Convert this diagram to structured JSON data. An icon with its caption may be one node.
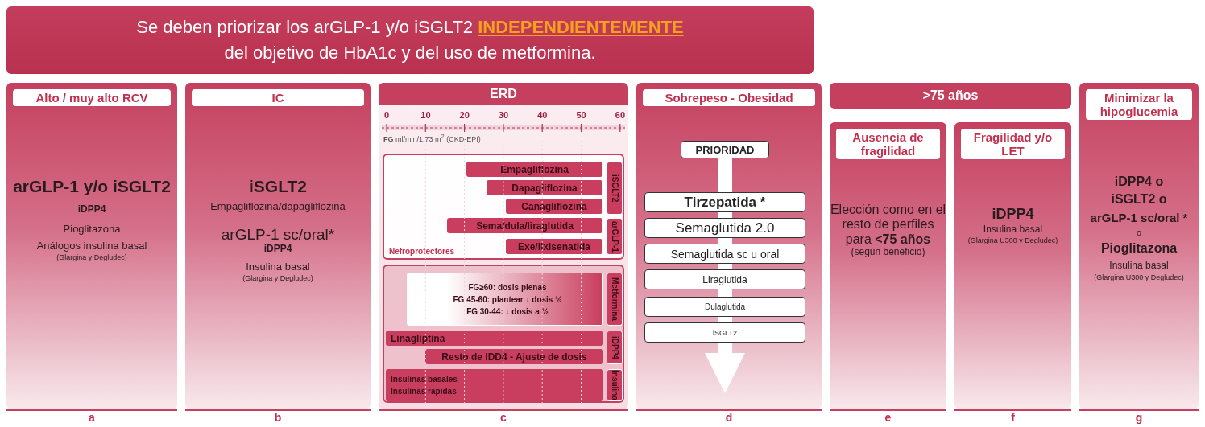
{
  "diagram": {
    "nodes": [
      {
        "text": [
          "Se deben priorizar los arGLP-1 y/o iSGLT2 **INDEPENDIENTEMENTE** del objetivo de HbA1c y del uso de metformina."
        ]
      },
      {
        "text": [
          "Alto / muy alto RCV",
          "arGLP-1 y/o iSGLT2",
          "iDPP4",
          "Pioglitazona",
          "Análogos insulina basal",
          "(Glargina y Degludec)"
        ],
        "beside": [
          "a"
        ]
      },
      {
        "text": [
          "IC",
          "iSGLT2",
          "Empagliflozina/dapagliflozina",
          "arGLP-1 sc/oral*",
          "iDPP4",
          "Insulina basal",
          "(Glargina y Degludec)"
        ],
        "beside": [
          "b"
        ]
      },
      {
        "text": [
          "ERD"
        ],
        "beside": [
          "c"
        ]
      },
      {
        "text": [
          "Nefroprotectores"
        ],
        "in": 3
      },
      {
        "text": [
          "Empagliflozina"
        ],
        "in": 4
      },
      {
        "text": [
          "Dapagliflozina"
        ],
        "in": 4
      },
      {
        "text": [
          "Canagliflozina"
        ],
        "in": 4
      },
      {
        "text": [
          "iSGLT2"
        ],
        "in": 4
      },
      {
        "text": [
          "Sema/dula/liraglutida"
        ],
        "in": 4
      },
      {
        "text": [
          "Exe/lixisenatida"
        ],
        "in": 4
      },
      {
        "text": [
          "arGLP-1"
        ],
        "in": 4
      },
      {
        "text": [],
        "shape": "box",
        "in": 3
      },
      {
        "text": [
          "FG≥60: dosis plenas",
          "FG 45-60: plantear ↓ dosis ½",
          "FG 30-44: ↓ dosis a ½"
        ],
        "in": 12
      },
      {
        "text": [
          "Metformina"
        ],
        "in": 12
      },
      {
        "text": [
          "Linagliptina"
        ],
        "in": 12
      },
      {
        "text": [
          "Resto de IDD4 - Ajuste de dosis"
        ],
        "in": 12
      },
      {
        "text": [
          "iDPP4"
        ],
        "in": 12
      },
      {
        "text": [
          "Insulinas basales",
          "Insulinas rápidas"
        ],
        "in": 12
      },
      {
        "text": [
          "Insulina"
        ],
        "in": 12
      },
      {
        "text": [
          "Sobrepeso - Obesidad"
        ],
        "beside": [
          "d"
        ]
      },
      {
        "text": [
          "PRIORIDAD"
        ],
        "in": 20
      },
      {
        "text": [
          "Tirzepatida *"
        ],
        "in": 20
      },
      {
        "text": [
          "Semaglutida 2.0"
        ],
        "in": 20
      },
      {
        "text": [
          "Semaglutida sc u oral"
        ],
        "in": 20
      },
      {
        "text": [
          "Liraglutida"
        ],
        "in": 20
      },
      {
        "text": [
          "Dulaglutida"
        ],
        "in": 20
      },
      {
        "text": [
          "iSGLT2"
        ],
        "in": 20
      },
      {
        "text": [
          ">75 años"
        ]
      },
      {
        "text": [
          "Ausencia de fragilidad",
          "Elección como en el resto de perfiles para **<75 años**",
          "(según beneficio)"
        ],
        "beside": [
          "e"
        ]
      },
      {
        "text": [
          "Fragilidad y/o LET",
          "iDPP4",
          "Insulina basal",
          "(Glargina U300 y Degludec)"
        ],
        "beside": [
          "f"
        ]
      },
      {
        "text": [
          "Minimizar la hipoglucemia",
          "iDPP4 o",
          "iSGLT2 o",
          "arGLP-1 sc/oral *",
          "o",
          "Pioglitazona",
          "Insulina basal",
          "(Glargina U300 y Degludec)"
        ],
        "beside": [
          "g"
        ]
      }
    ],
    "labels": [
      "0",
      "10",
      "20",
      "30",
      "40",
      "50",
      "60",
      "**FG** ml/min/1,73 m$^{2}$ (CKD-EPI)"
    ]
  }
}
